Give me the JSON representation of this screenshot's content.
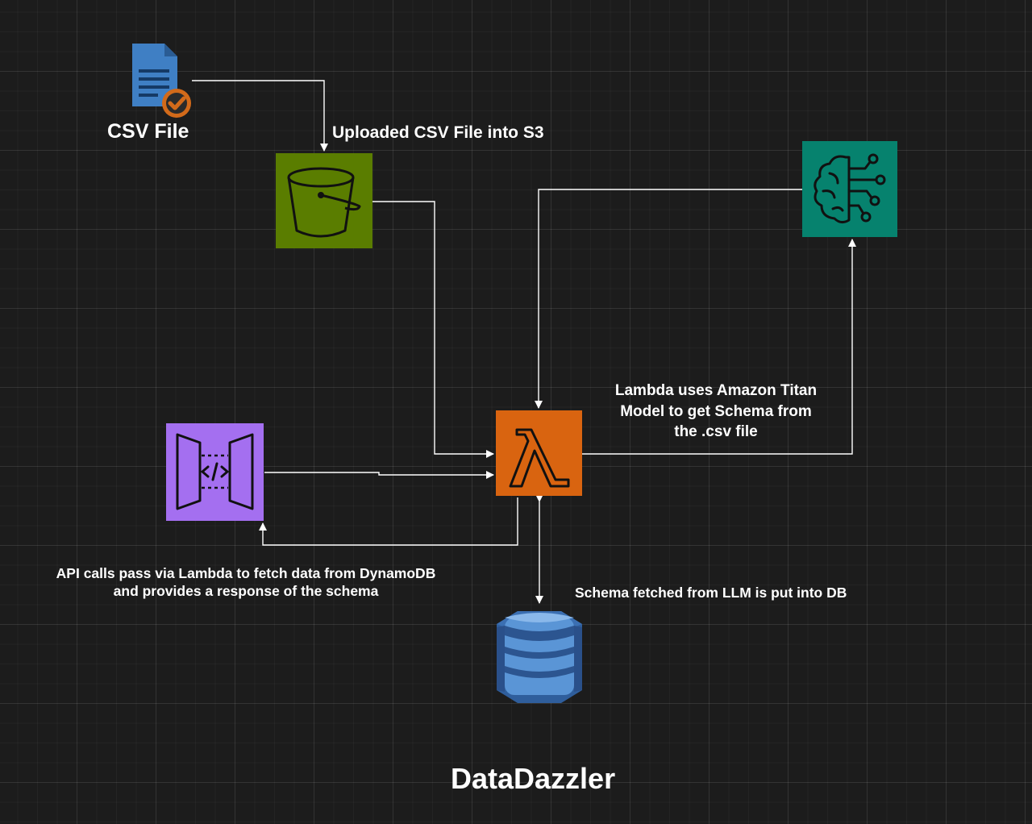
{
  "diagram": {
    "title": "DataDazzler",
    "nodes": {
      "csv_file": {
        "label": "CSV File",
        "icon": "document-check-icon",
        "color": "#3f7fc4",
        "badge_color": "#d26a1a"
      },
      "s3_bucket": {
        "icon": "bucket-icon",
        "color": "#5a7d00"
      },
      "bedrock": {
        "icon": "brain-circuit-icon",
        "color": "#06826e"
      },
      "lambda": {
        "icon": "lambda-icon",
        "color": "#d96410"
      },
      "api_gateway": {
        "icon": "api-gateway-icon",
        "color": "#a46ff0"
      },
      "dynamodb": {
        "icon": "dynamodb-icon",
        "color": "#4a86c8"
      }
    },
    "annotations": {
      "upload": "Uploaded CSV File into S3",
      "lambda_titan_line1": "Lambda uses Amazon Titan",
      "lambda_titan_line2": "Model to get Schema from",
      "lambda_titan_line3": "the .csv file",
      "api_line1": "API calls pass via Lambda to fetch data from DynamoDB",
      "api_line2": "and provides a response of the schema",
      "schema_db": "Schema fetched from LLM is put into DB"
    },
    "edge_color": "#ffffff"
  }
}
